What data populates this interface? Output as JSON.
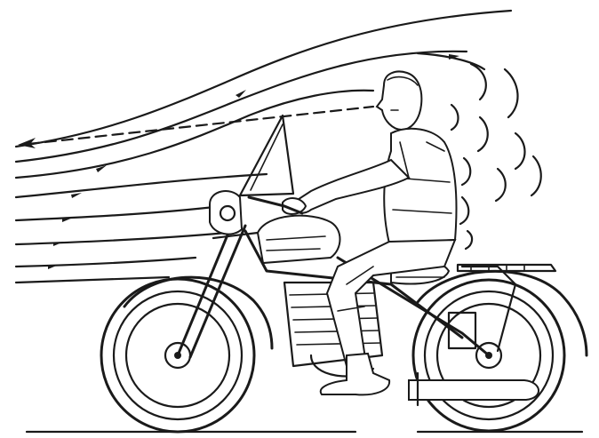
{
  "figure": {
    "subject": "motorcycle-rider-airflow-illustration",
    "ink_color": "#1a1a1a",
    "background_color": "#ffffff",
    "elements": {
      "airflow_lines": 9,
      "turbulence_eddies": 10,
      "sight_line": "dashed",
      "wheels": 2
    }
  }
}
